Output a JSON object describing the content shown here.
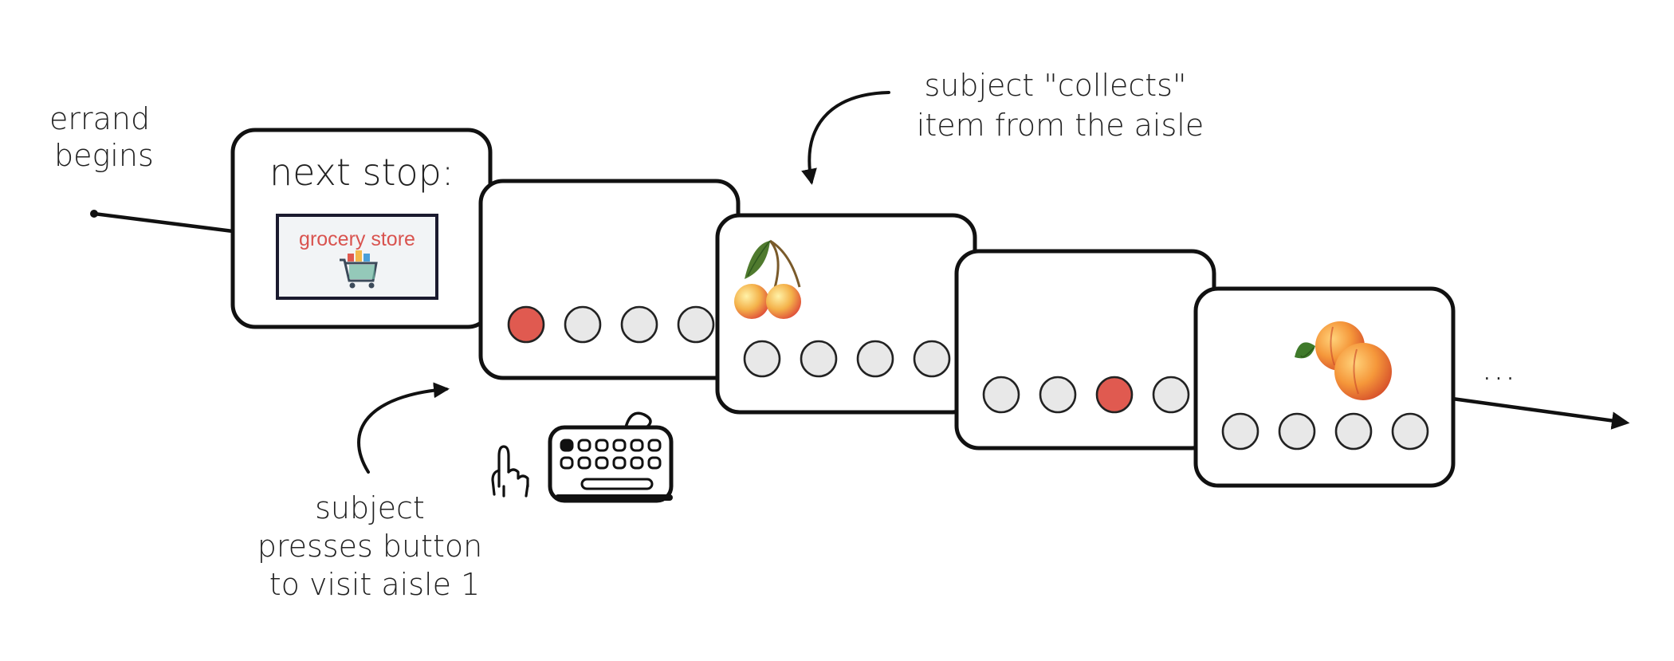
{
  "title": "",
  "labels": {
    "errand_begins": [
      "errand",
      "begins"
    ],
    "next_stop": "next stop:",
    "store_name": "grocery store",
    "collects": [
      "subject \"collects\"",
      "item from the aisle"
    ],
    "presses": [
      "subject",
      "presses button",
      "to visit aisle 1"
    ],
    "ellipsis": "..."
  },
  "screens": [
    {
      "kind": "store",
      "content": "grocery-store-sign"
    },
    {
      "kind": "aisle-select",
      "selected_index": 0,
      "fruit": null
    },
    {
      "kind": "item",
      "selected_index": null,
      "fruit": "cherries"
    },
    {
      "kind": "aisle-select",
      "selected_index": 2,
      "fruit": null
    },
    {
      "kind": "item",
      "selected_index": null,
      "fruit": "peaches"
    }
  ],
  "icons": [
    "pointing-hand-icon",
    "keyboard-icon",
    "shopping-cart-icon",
    "cherry-icon",
    "peach-icon"
  ],
  "colors": {
    "selected": "#e05a50",
    "unselected": "#e8e8e8",
    "store_text": "#d9534f",
    "store_bg": "#f2f4f6",
    "ink": "#111111"
  }
}
